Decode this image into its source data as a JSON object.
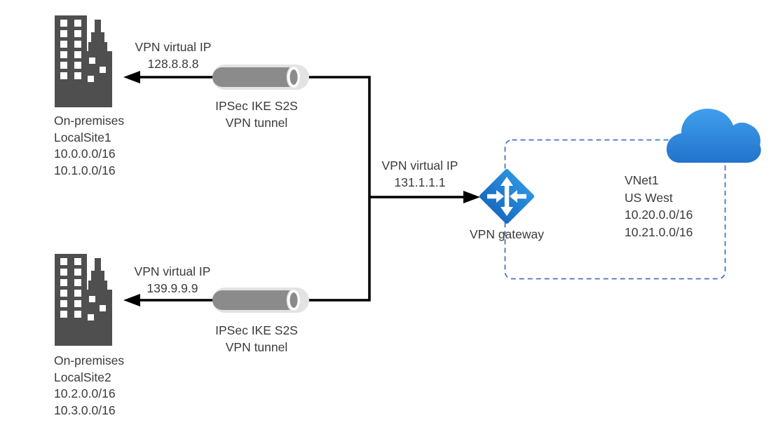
{
  "diagram": {
    "type": "network-topology",
    "colors": {
      "text": "#3b3b3b",
      "line": "#000000",
      "building": "#4f4f4f",
      "window": "#ffffff",
      "tunnel_body": "#8b8b8b",
      "tunnel_glow": "#e3e3e3",
      "boundary": "#4673c4",
      "gw_top": "#2f9ae8",
      "gw_bottom": "#1463ba",
      "cloud_top": "#41a1ee",
      "cloud_bottom": "#2273cc",
      "arrow_fill": "#ffffff"
    },
    "icons": {
      "site": "building-icon",
      "tunnel": "pipe-cylinder-icon",
      "gateway": "vpn-gateway-diamond-icon",
      "cloud": "azure-cloud-icon"
    },
    "sites": [
      {
        "lines": [
          "On-premises",
          "LocalSite1",
          "10.0.0.0/16",
          "10.1.0.0/16"
        ]
      },
      {
        "lines": [
          "On-premises",
          "LocalSite2",
          "10.2.0.0/16",
          "10.3.0.0/16"
        ]
      }
    ],
    "tunnels": [
      {
        "vip_label": "VPN virtual IP",
        "vip": "128.8.8.8",
        "name_line1": "IPSec IKE S2S",
        "name_line2": "VPN tunnel"
      },
      {
        "vip_label": "VPN virtual IP",
        "vip": "139.9.9.9",
        "name_line1": "IPSec IKE S2S",
        "name_line2": "VPN tunnel"
      }
    ],
    "gateway": {
      "label": "VPN gateway",
      "vip_label": "VPN virtual IP",
      "vip": "131.1.1.1"
    },
    "vnet": {
      "lines": [
        "VNet1",
        "US West",
        "10.20.0.0/16",
        "10.21.0.0/16"
      ]
    }
  }
}
